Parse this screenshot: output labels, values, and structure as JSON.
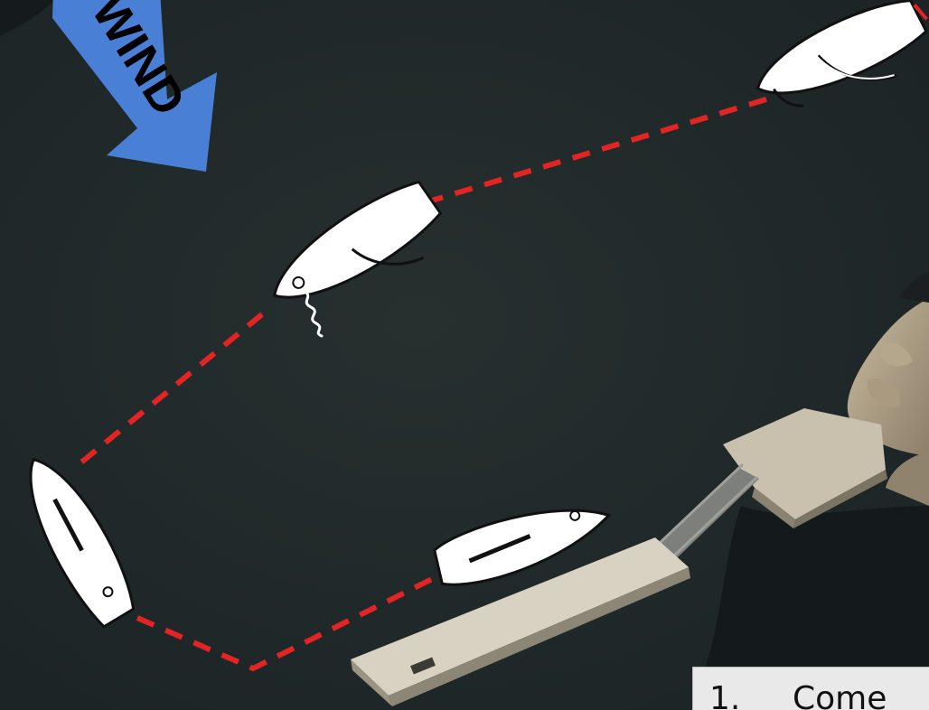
{
  "wind_arrow": {
    "label": "WIND",
    "color": "#4a7fd6",
    "icon": "wind-direction-arrow"
  },
  "path": {
    "color": "#e32424",
    "style": "dashed"
  },
  "caption": {
    "number": "1.",
    "text": "Come"
  },
  "colors": {
    "water": "#20292b",
    "dock": "#d8d2c2",
    "boat": "#ffffff"
  }
}
